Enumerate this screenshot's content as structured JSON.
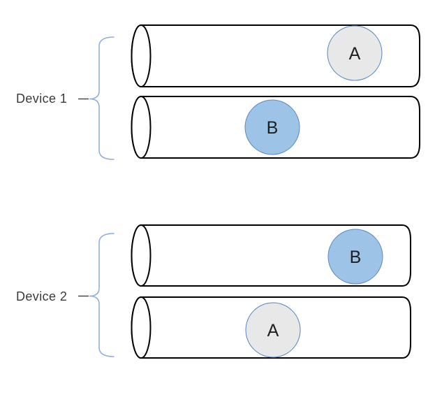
{
  "diagram": {
    "description": "Two storage devices, each containing two horizontal cylinders (disks); data blocks A and B are placed on the cylinders",
    "devices": [
      {
        "label": "Device 1",
        "disks": [
          {
            "block": {
              "label": "A",
              "style": "gray",
              "position": "right"
            }
          },
          {
            "block": {
              "label": "B",
              "style": "blue",
              "position": "middle"
            }
          }
        ]
      },
      {
        "label": "Device 2",
        "disks": [
          {
            "block": {
              "label": "B",
              "style": "blue",
              "position": "right"
            }
          },
          {
            "block": {
              "label": "A",
              "style": "gray",
              "position": "middle"
            }
          }
        ]
      }
    ]
  },
  "colors": {
    "gray_block_fill": "#e8e8e8",
    "gray_block_stroke": "#5585c5",
    "blue_block_fill": "#9dc3e6",
    "blue_block_stroke": "#5a8ac5",
    "brace": "#8faadc",
    "cylinder_stroke": "#000000",
    "connector": "#3f3f3f",
    "device_label_text": "#3a3a3a",
    "block_label_text": "#1f1f1f"
  }
}
